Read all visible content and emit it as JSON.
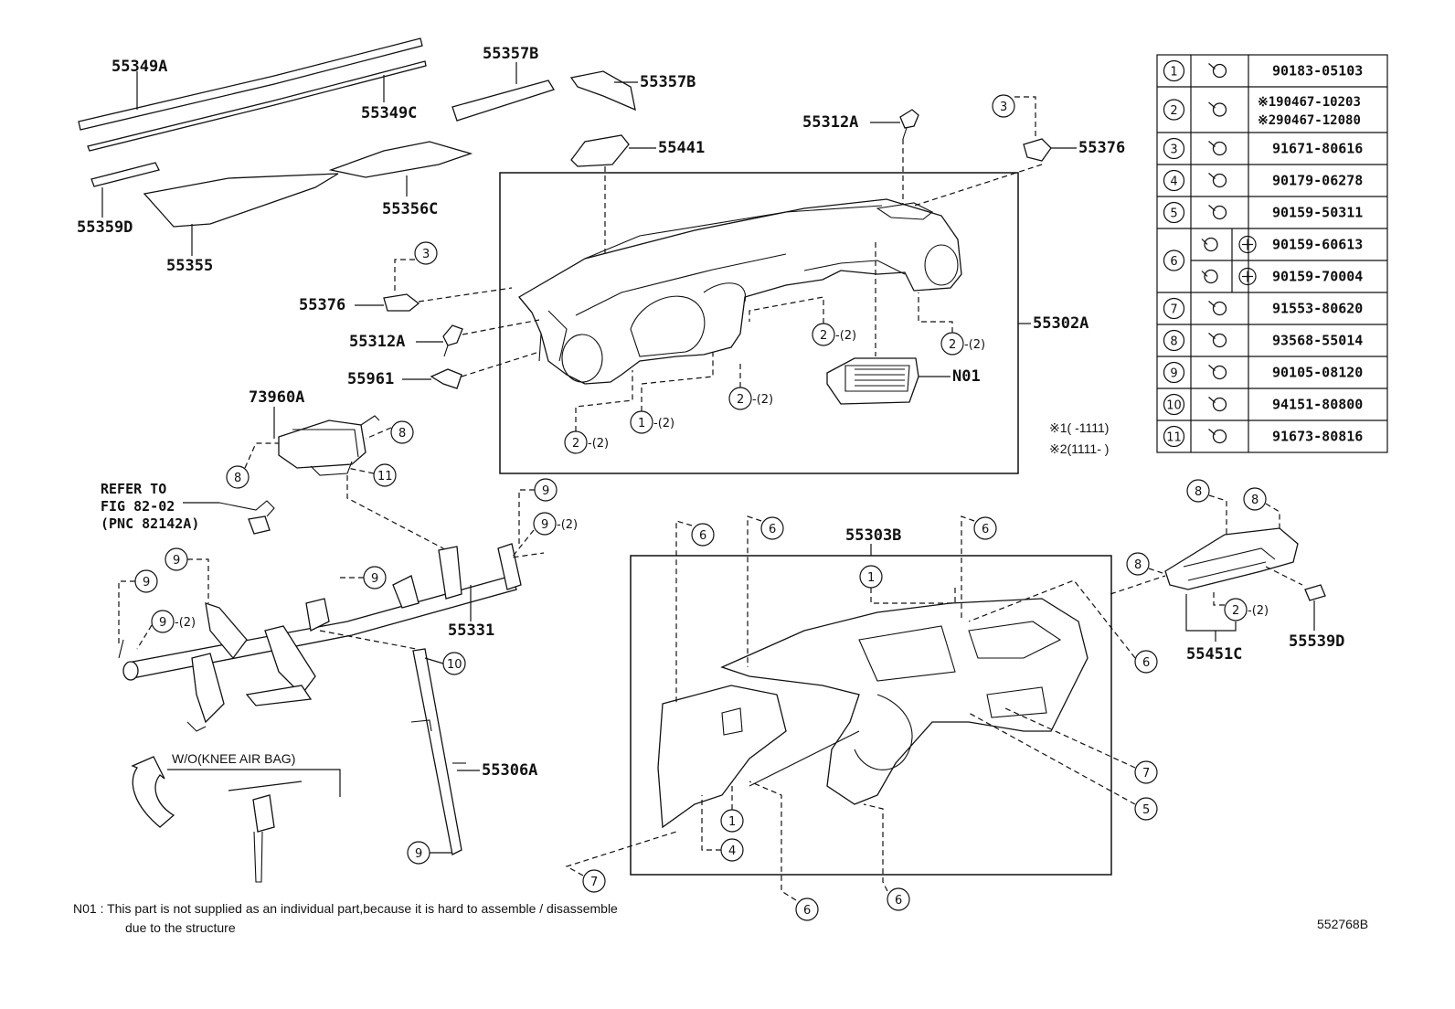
{
  "part_labels": {
    "p55349A": "55349A",
    "p55349C": "55349C",
    "p55357B_1": "55357B",
    "p55357B_2": "55357B",
    "p55359D": "55359D",
    "p55355": "55355",
    "p55356C": "55356C",
    "p55441": "55441",
    "p55312A_1": "55312A",
    "p55312A_2": "55312A",
    "p55376_1": "55376",
    "p55376_2": "55376",
    "p55961": "55961",
    "p55302A": "55302A",
    "pN01": "N01",
    "p73960A": "73960A",
    "p55331": "55331",
    "p55306A": "55306A",
    "p55303B": "55303B",
    "p55451C": "55451C",
    "p55539D": "55539D"
  },
  "refer": {
    "line1": "REFER TO",
    "line2": "FIG 82-02",
    "line3": "(PNC 82142A)"
  },
  "inset_label": "W/O(KNEE AIR BAG)",
  "callout_suffix": "-(2)",
  "callouts": {
    "c1": "1",
    "c2": "2",
    "c3": "3",
    "c4": "4",
    "c5": "5",
    "c6": "6",
    "c7": "7",
    "c8": "8",
    "c9": "9",
    "c10": "10",
    "c11": "11"
  },
  "fastener_table": [
    {
      "num": "1",
      "part": "90183-05103"
    },
    {
      "num": "2",
      "part": "※190467-10203",
      "part2": "※290467-12080"
    },
    {
      "num": "3",
      "part": "91671-80616"
    },
    {
      "num": "4",
      "part": "90179-06278"
    },
    {
      "num": "5",
      "part": "90159-50311"
    },
    {
      "num": "6",
      "part": "90159-60613",
      "part2": "90159-70004"
    },
    {
      "num": "7",
      "part": "91553-80620"
    },
    {
      "num": "8",
      "part": "93568-55014"
    },
    {
      "num": "9",
      "part": "90105-08120"
    },
    {
      "num": "10",
      "part": "94151-80800"
    },
    {
      "num": "11",
      "part": "91673-80816"
    }
  ],
  "footnotes": {
    "f1": "※1(    -1111)",
    "f2": "※2(1111-    )"
  },
  "note": {
    "line1": "N01 : This part is not supplied as an individual part,because it is hard to assemble / disassemble",
    "line2": "due to the structure"
  },
  "figure_id": "552768B"
}
